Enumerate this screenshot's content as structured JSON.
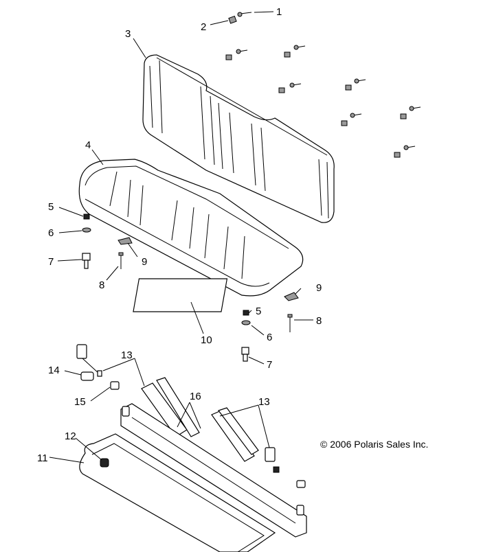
{
  "copyright": "© 2006 Polaris Sales Inc.",
  "callouts": [
    {
      "id": "c1",
      "label": "1"
    },
    {
      "id": "c2",
      "label": "2"
    },
    {
      "id": "c3",
      "label": "3"
    },
    {
      "id": "c4",
      "label": "4"
    },
    {
      "id": "c5a",
      "label": "5"
    },
    {
      "id": "c6a",
      "label": "6"
    },
    {
      "id": "c7a",
      "label": "7"
    },
    {
      "id": "c8a",
      "label": "8"
    },
    {
      "id": "c9a",
      "label": "9"
    },
    {
      "id": "c9b",
      "label": "9"
    },
    {
      "id": "c5b",
      "label": "5"
    },
    {
      "id": "c8b",
      "label": "8"
    },
    {
      "id": "c6b",
      "label": "6"
    },
    {
      "id": "c10",
      "label": "10"
    },
    {
      "id": "c7b",
      "label": "7"
    },
    {
      "id": "c13a",
      "label": "13"
    },
    {
      "id": "c14",
      "label": "14"
    },
    {
      "id": "c16",
      "label": "16"
    },
    {
      "id": "c13b",
      "label": "13"
    },
    {
      "id": "c15",
      "label": "15"
    },
    {
      "id": "c12",
      "label": "12"
    },
    {
      "id": "c11",
      "label": "11"
    }
  ]
}
